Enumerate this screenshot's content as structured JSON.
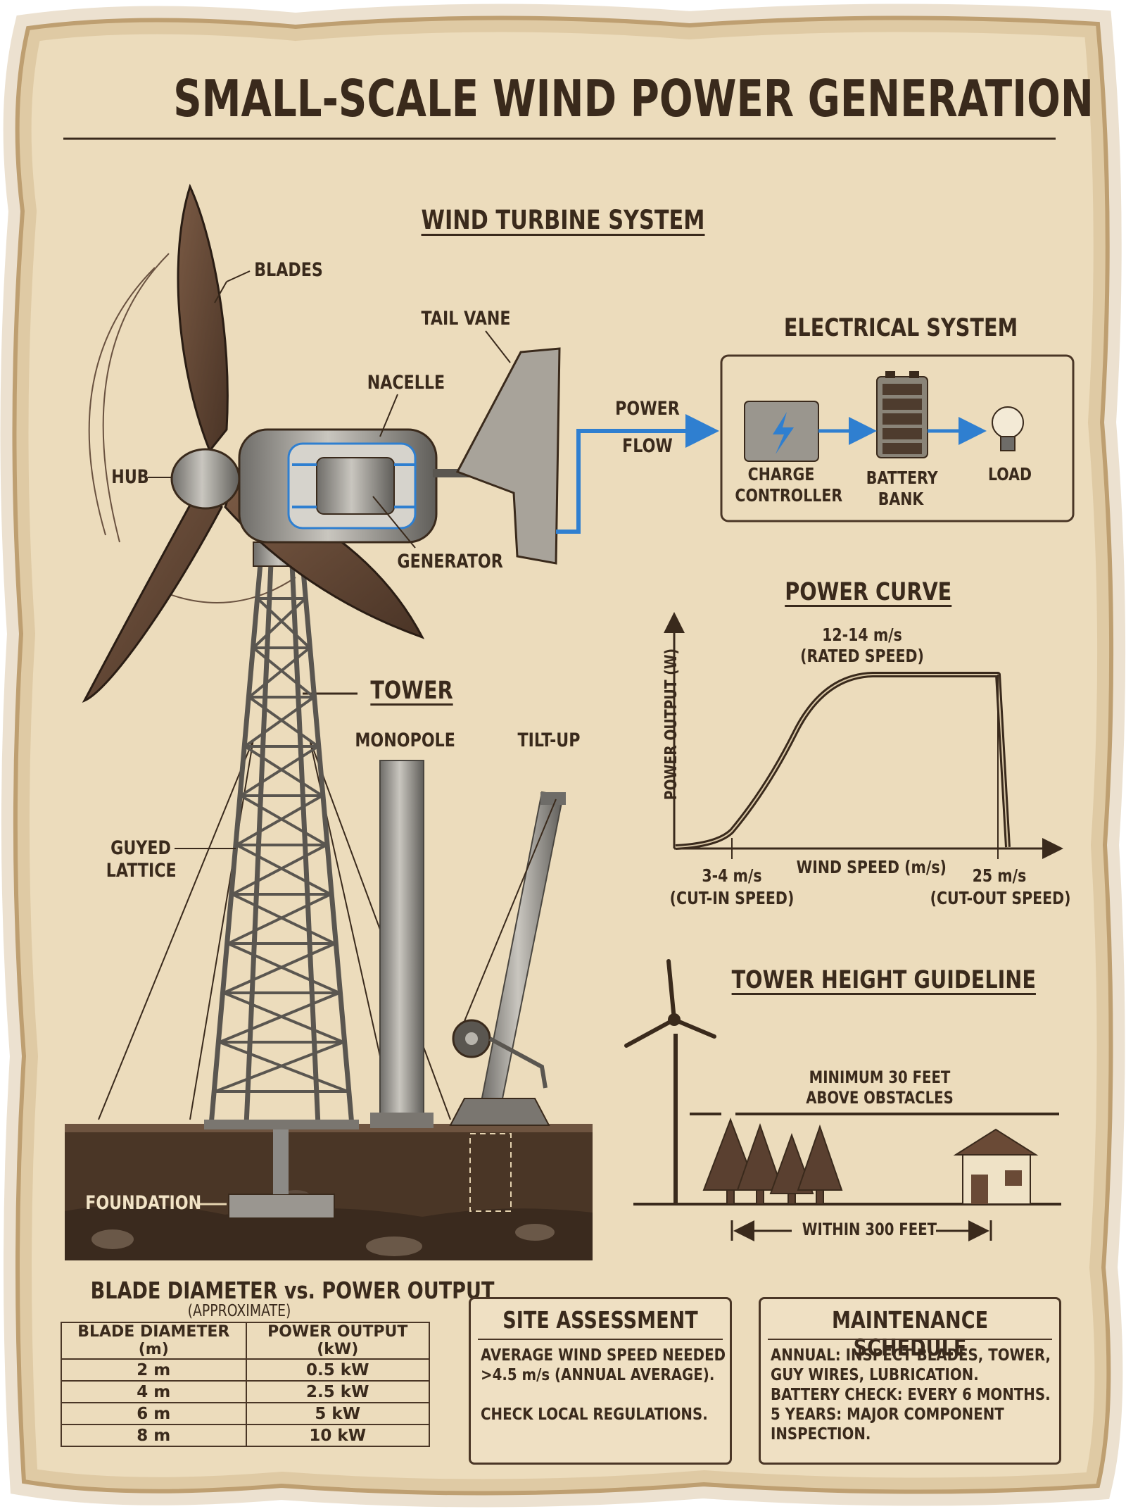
{
  "title": "SMALL-SCALE WIND POWER GENERATION",
  "turbine_system": {
    "heading": "WIND TURBINE SYSTEM",
    "labels": {
      "blades": "BLADES",
      "tail_vane": "TAIL VANE",
      "nacelle": "NACELLE",
      "hub": "HUB",
      "generator": "GENERATOR",
      "power_flow_1": "POWER",
      "power_flow_2": "FLOW"
    }
  },
  "electrical_system": {
    "heading": "ELECTRICAL SYSTEM",
    "charge_controller_1": "CHARGE",
    "charge_controller_2": "CONTROLLER",
    "battery_bank_1": "BATTERY",
    "battery_bank_2": "BANK",
    "load": "LOAD"
  },
  "power_curve": {
    "heading": "POWER CURVE",
    "y_axis_label": "POWER OUTPUT (W)",
    "x_axis_label": "WIND SPEED (m/s)",
    "rated_1": "12-14 m/s",
    "rated_2": "(RATED SPEED)",
    "cut_in_1": "3-4 m/s",
    "cut_in_2": "(CUT-IN SPEED)",
    "cut_out_1": "25 m/s",
    "cut_out_2": "(CUT-OUT SPEED)"
  },
  "tower": {
    "heading": "TOWER",
    "monopole": "MONOPOLE",
    "tilt_up": "TILT-UP",
    "guyed_1": "GUYED",
    "guyed_2": "LATTICE",
    "foundation": "FOUNDATION"
  },
  "tower_height": {
    "heading": "TOWER HEIGHT GUIDELINE",
    "min_1": "MINIMUM 30 FEET",
    "min_2": "ABOVE OBSTACLES",
    "within": "WITHIN 300 FEET"
  },
  "blade_table": {
    "heading": "BLADE DIAMETER vs. POWER OUTPUT",
    "subheading": "(APPROXIMATE)",
    "col1": "BLADE DIAMETER (m)",
    "col2": "POWER OUTPUT (kW)",
    "rows": [
      {
        "diameter": "2 m",
        "power": "0.5 kW"
      },
      {
        "diameter": "4 m",
        "power": "2.5 kW"
      },
      {
        "diameter": "6 m",
        "power": "5 kW"
      },
      {
        "diameter": "8 m",
        "power": "10 kW"
      }
    ]
  },
  "site_assessment": {
    "heading": "SITE ASSESSMENT",
    "line1": "AVERAGE WIND SPEED NEEDED",
    "line2": ">4.5 m/s (ANNUAL AVERAGE).",
    "line3": "CHECK LOCAL REGULATIONS."
  },
  "maintenance": {
    "heading": "MAINTENANCE SCHEDULE",
    "line1": "ANNUAL: INSPECT BLADES, TOWER,",
    "line2": "GUY WIRES, LUBRICATION.",
    "line3": "BATTERY CHECK: EVERY 6 MONTHS.",
    "line4": "5 YEARS: MAJOR COMPONENT",
    "line5": "INSPECTION."
  },
  "colors": {
    "parchment": "#ecdcbc",
    "ink": "#3a2a1c",
    "blue": "#2f7fd0",
    "metal": "#8c8a86",
    "blade": "#5a4030",
    "soil": "#4a3626"
  }
}
